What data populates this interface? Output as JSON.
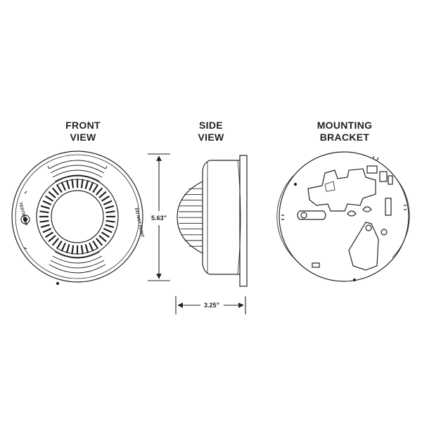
{
  "headings": {
    "front": [
      "FRONT",
      "VIEW"
    ],
    "side": [
      "SIDE",
      "VIEW"
    ],
    "mounting": [
      "MOUNTING",
      "BRACKET"
    ]
  },
  "dimensions": {
    "height": "5.63”",
    "depth": "3.25”"
  },
  "labels": {
    "test_label": "TEST/HUSH",
    "do_not_paint": "DO NOT PAINT"
  },
  "colors": {
    "line": "#222222",
    "background": "#ffffff"
  }
}
